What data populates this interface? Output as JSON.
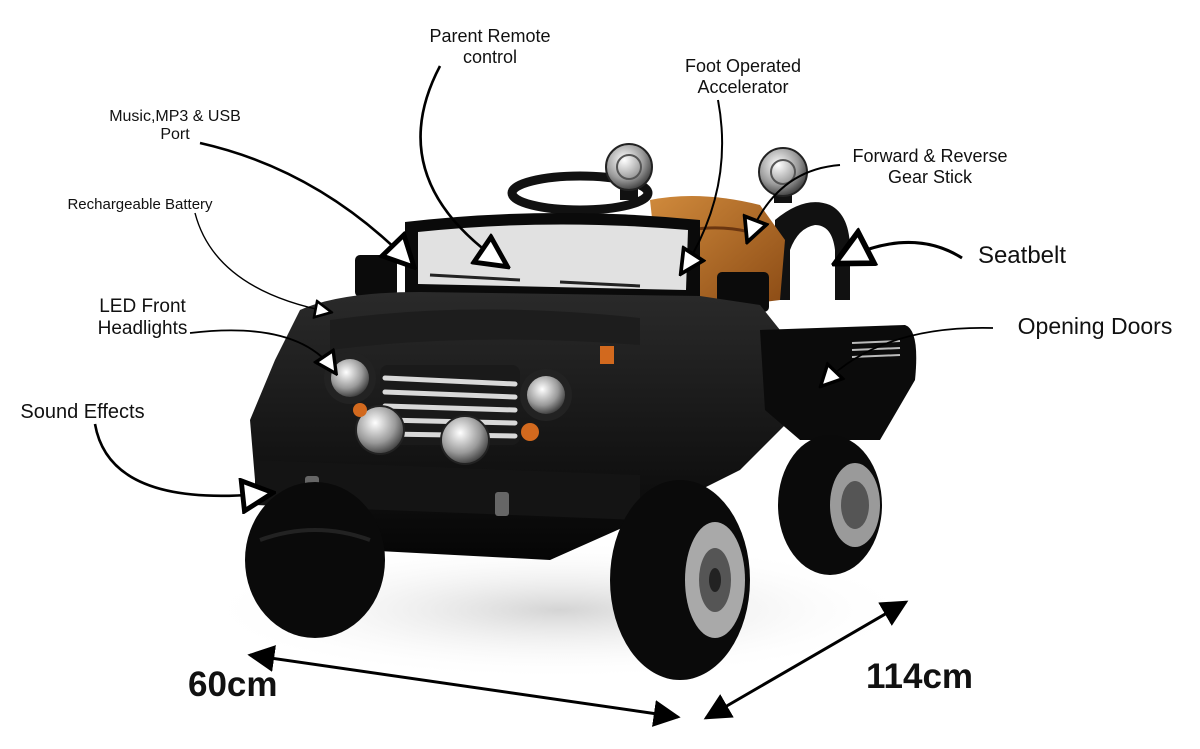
{
  "annotations": {
    "music": [
      "Music,MP3 & USB",
      "Port"
    ],
    "battery": "Rechargeable Battery",
    "led": [
      "LED Front",
      "Headlights"
    ],
    "sound": "Sound Effects",
    "remote": [
      "Parent Remote",
      "control"
    ],
    "foot": [
      "Foot Operated",
      "Accelerator"
    ],
    "gear": [
      "Forward & Reverse",
      "Gear Stick"
    ],
    "seatbelt": "Seatbelt",
    "doors": "Opening Doors"
  },
  "dimensions": {
    "width": "60cm",
    "length": "114cm"
  },
  "colors": {
    "body": "#0c0c0c",
    "seat": "#b5651d",
    "chrome": "#c8c8c8",
    "accent": "#d2691e"
  }
}
